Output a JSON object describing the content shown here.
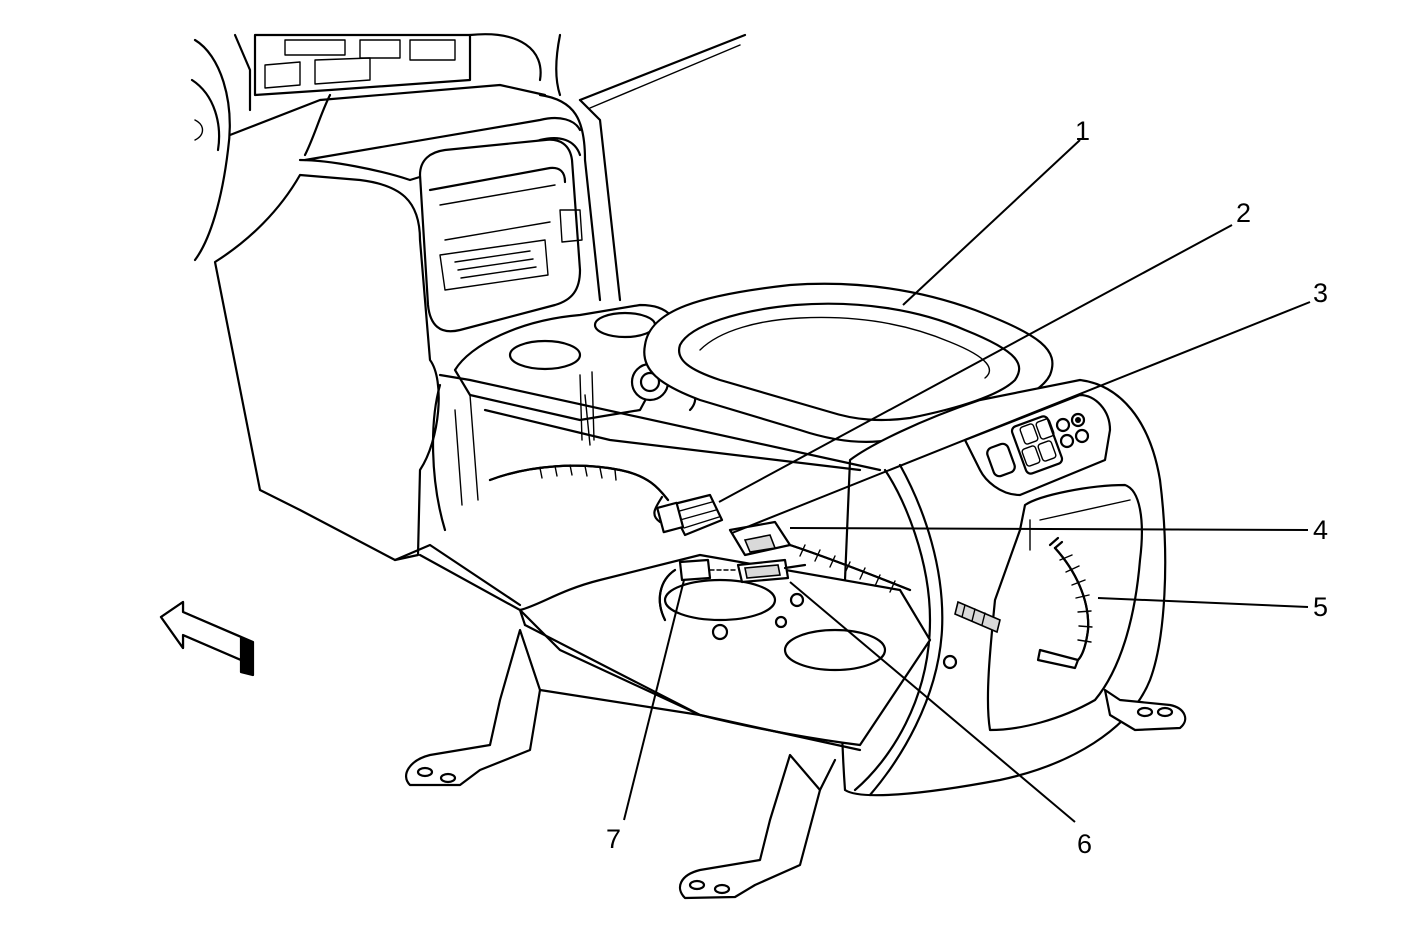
{
  "callouts": [
    {
      "id": "1",
      "label": "1"
    },
    {
      "id": "2",
      "label": "2"
    },
    {
      "id": "3",
      "label": "3"
    },
    {
      "id": "4",
      "label": "4"
    },
    {
      "id": "5",
      "label": "5"
    },
    {
      "id": "6",
      "label": "6"
    },
    {
      "id": "7",
      "label": "7"
    }
  ],
  "icons": {
    "direction_arrow": "forward-arrow-icon"
  }
}
